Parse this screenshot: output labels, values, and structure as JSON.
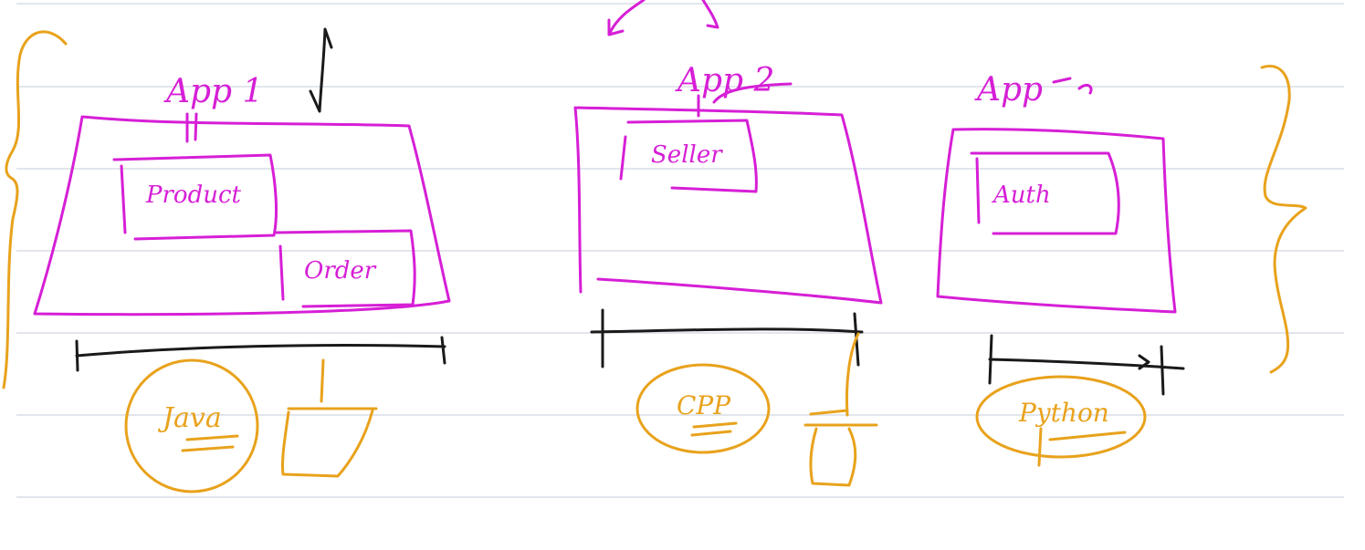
{
  "colors": {
    "ink_magenta": "#d61fd6",
    "ink_orange": "#e8a21c",
    "ink_black": "#1a1a1a",
    "ruled_line": "#d9dde6"
  },
  "apps": [
    {
      "title": "App 1",
      "modules": [
        "Product",
        "Order"
      ],
      "language": "Java"
    },
    {
      "title": "App 2",
      "modules": [
        "Seller"
      ],
      "language": "CPP"
    },
    {
      "title": "App",
      "modules": [
        "Auth"
      ],
      "language": "Python"
    }
  ]
}
